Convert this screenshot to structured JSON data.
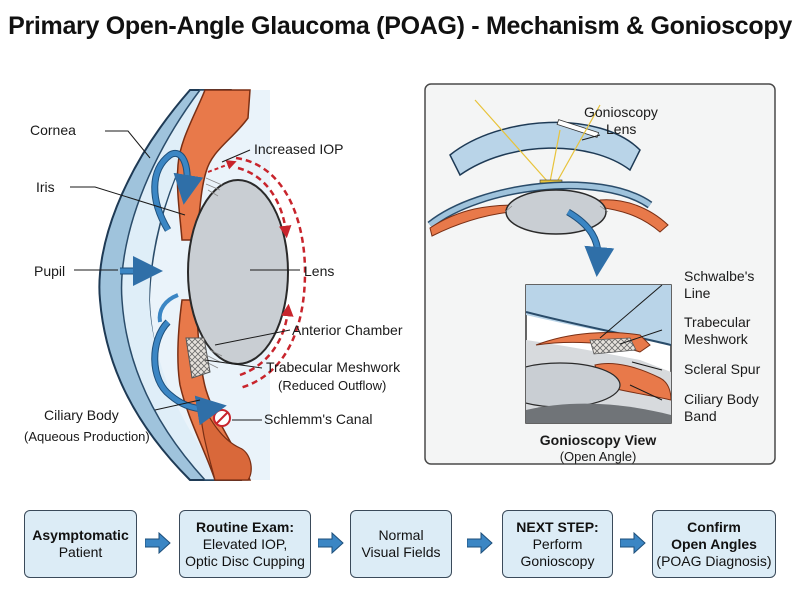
{
  "title": "Primary Open-Angle Glaucoma (POAG) - Mechanism & Gonioscopy",
  "anatomy": {
    "cornea": "Cornea",
    "iris": "Iris",
    "pupil": "Pupil",
    "ciliary_body": "Ciliary Body",
    "ciliary_body_sub": "(Aqueous Production)",
    "increased_iop": "Increased IOP",
    "lens": "Lens",
    "anterior_chamber": "Anterior Chamber",
    "trabecular_meshwork": "Trabecular Meshwork",
    "trabecular_meshwork_sub": "(Reduced Outflow)",
    "schlemms_canal": "Schlemm's Canal"
  },
  "gonioscopy": {
    "lens_label_1": "Gonioscopy",
    "lens_label_2": "Lens",
    "schwalbe_1": "Schwalbe's",
    "schwalbe_2": "Line",
    "tm_1": "Trabecular",
    "tm_2": "Meshwork",
    "scleral_spur": "Scleral Spur",
    "cbb_1": "Ciliary Body",
    "cbb_2": "Band",
    "view_title": "Gonioscopy View",
    "view_sub": "(Open Angle)"
  },
  "flow": [
    {
      "bold": "Asymptomatic",
      "lines": [
        "Patient"
      ]
    },
    {
      "bold": "Routine Exam:",
      "lines": [
        "Elevated IOP,",
        "Optic Disc Cupping"
      ]
    },
    {
      "bold": "",
      "lines": [
        "Normal",
        "Visual Fields"
      ]
    },
    {
      "bold": "NEXT STEP:",
      "lines": [
        "Perform",
        "Gonioscopy"
      ]
    },
    {
      "bold": "Confirm",
      "lines": [
        "Open Angles",
        "(POAG Diagnosis)"
      ],
      "bold_lines": 2
    }
  ],
  "colors": {
    "tissue": "#e8794a",
    "tissue_dark": "#c65a2e",
    "fluid_arrow": "#3b86c4",
    "pressure": "#c8242c",
    "lens_gray": "#c9ced3",
    "cornea_blue": "#dfeef8",
    "box_fill": "#dcecf6",
    "panel_bg": "#f4f5f5"
  }
}
